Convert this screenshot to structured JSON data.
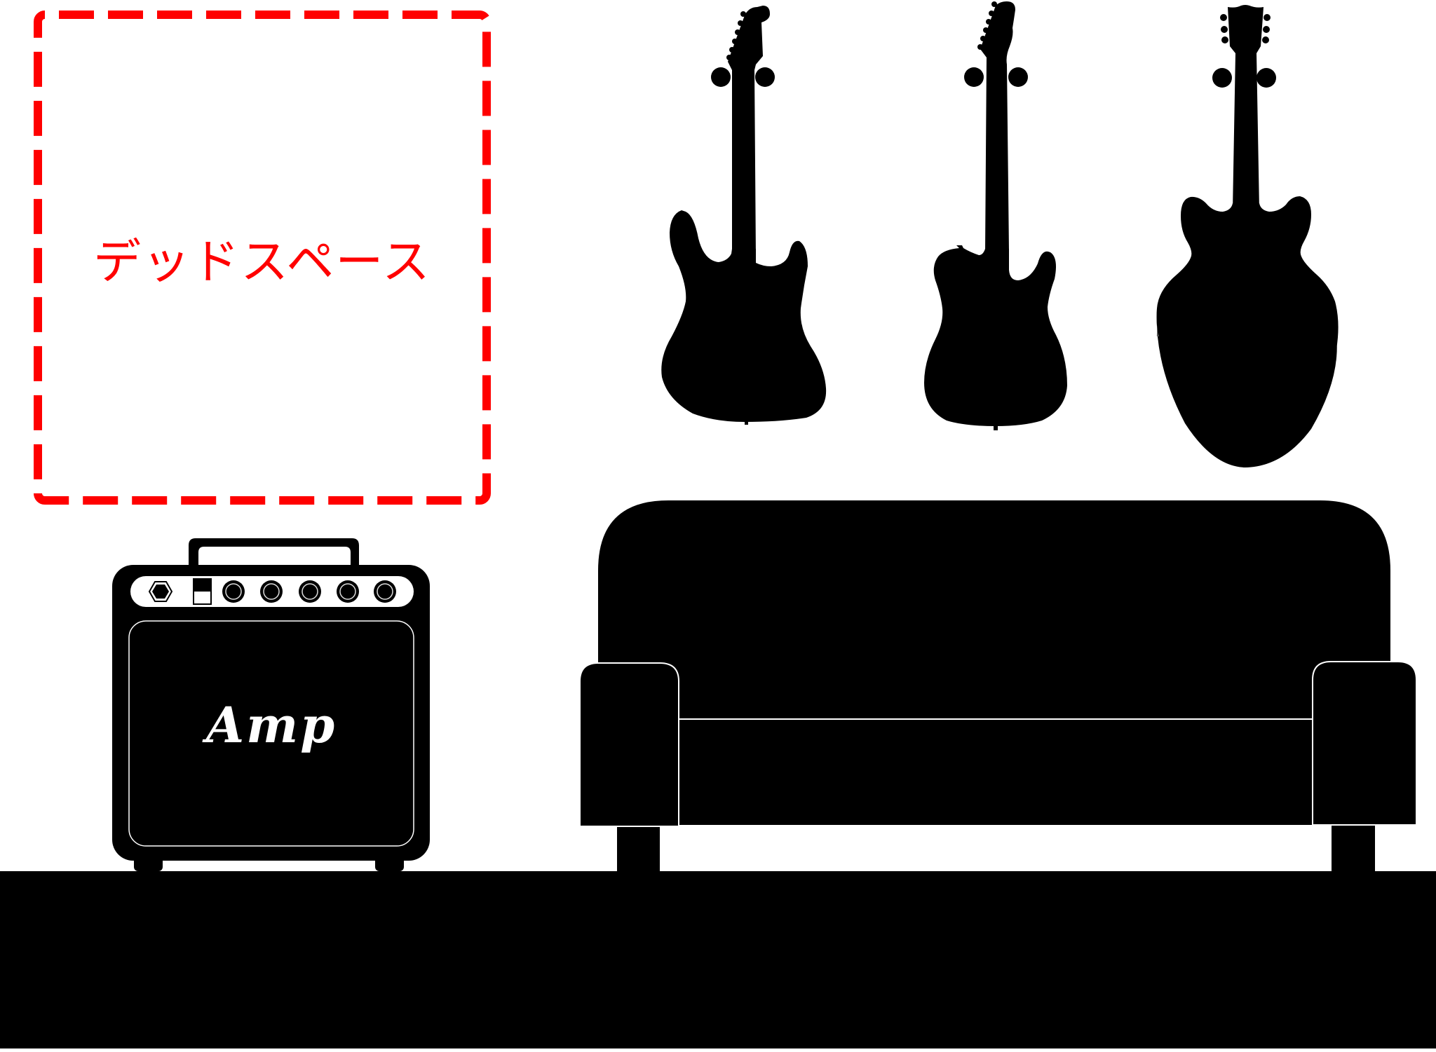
{
  "scene": {
    "background": "#ffffff",
    "silhouette_color": "#000000",
    "accent_color": "#ff0000"
  },
  "dead_space": {
    "label": "デッドスペース",
    "border_style": "dashed",
    "color": "#ff0000"
  },
  "amp": {
    "label": "Amp",
    "controls": {
      "jack": "hex-jack-icon",
      "switch": "toggle-switch-icon",
      "knob_count": 5
    }
  },
  "guitars": [
    {
      "type": "stratocaster-style",
      "icon": "electric-guitar-icon"
    },
    {
      "type": "telecaster-style",
      "icon": "electric-guitar-icon"
    },
    {
      "type": "semi-hollow-style",
      "icon": "semi-hollow-guitar-icon"
    }
  ],
  "sofa": {
    "icon": "sofa-icon"
  },
  "floor": {
    "color": "#000000"
  }
}
